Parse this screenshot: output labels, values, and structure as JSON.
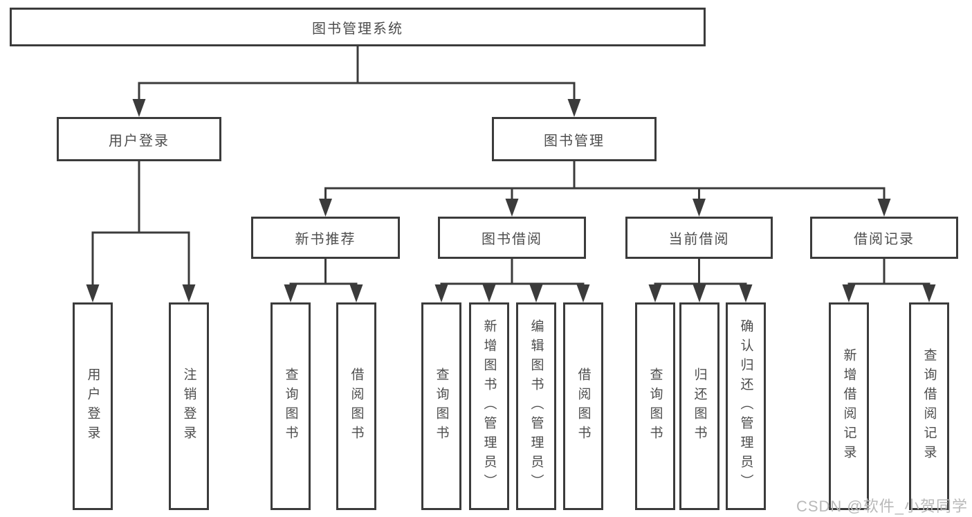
{
  "colors": {
    "line": "#3b3b3b",
    "box_bg": "#ffffff",
    "text": "#4d4d4d",
    "watermark": "#b9b9b9"
  },
  "watermark": {
    "text": "CSDN @软件_小贺同学"
  },
  "diagram": {
    "root": {
      "label": "图书管理系统"
    },
    "branches": [
      {
        "label": "用户登录",
        "children": [
          {
            "label": "用户登录"
          },
          {
            "label": "注销登录"
          }
        ]
      },
      {
        "label": "图书管理",
        "sections": [
          {
            "label": "新书推荐",
            "children": [
              {
                "label": "查询图书"
              },
              {
                "label": "借阅图书"
              }
            ]
          },
          {
            "label": "图书借阅",
            "children": [
              {
                "label": "查询图书"
              },
              {
                "label": "新增图书（管理员）"
              },
              {
                "label": "编辑图书（管理员）"
              },
              {
                "label": "借阅图书"
              }
            ]
          },
          {
            "label": "当前借阅",
            "children": [
              {
                "label": "查询图书"
              },
              {
                "label": "归还图书"
              },
              {
                "label": "确认归还（管理员）"
              }
            ]
          },
          {
            "label": "借阅记录",
            "children": [
              {
                "label": "新增借阅记录"
              },
              {
                "label": "查询借阅记录"
              }
            ]
          }
        ]
      }
    ]
  }
}
